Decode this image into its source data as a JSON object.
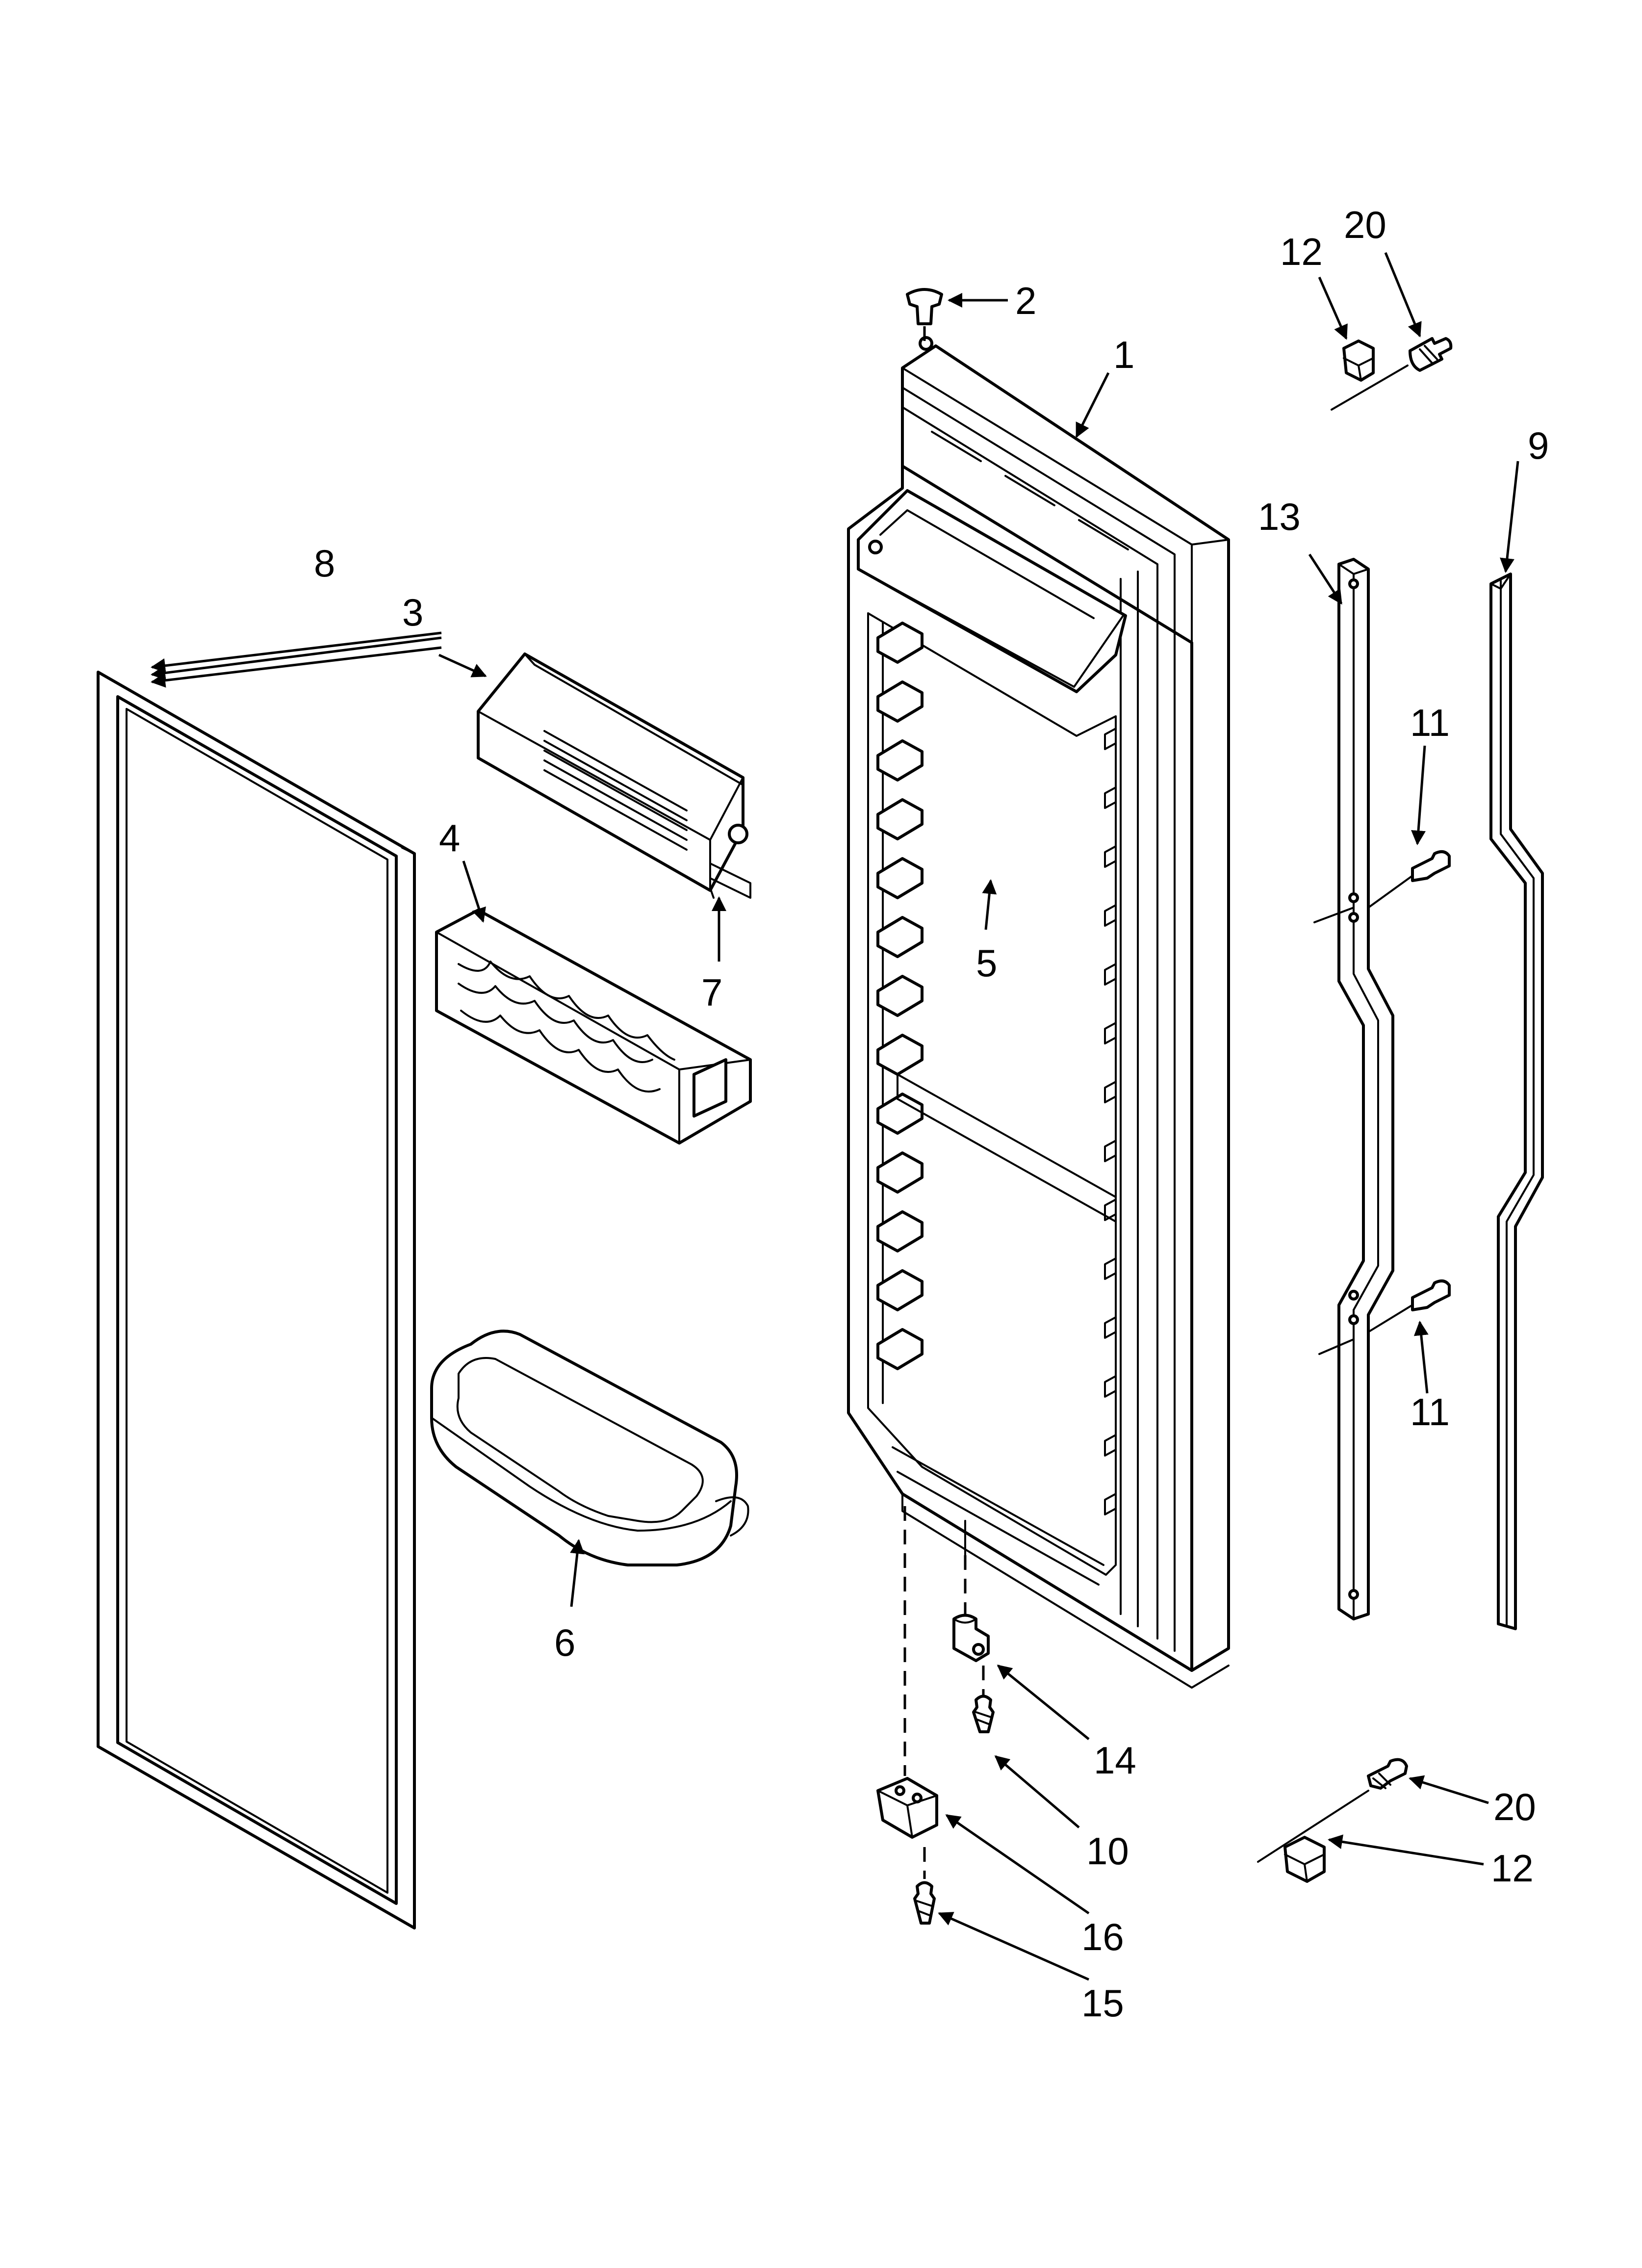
{
  "diagram": {
    "callouts": {
      "c1": "1",
      "c2": "2",
      "c3": "3",
      "c4": "4",
      "c5": "5",
      "c6": "6",
      "c7": "7",
      "c8": "8",
      "c9": "9",
      "c10": "10",
      "c11a": "11",
      "c11b": "11",
      "c12a": "12",
      "c12b": "12",
      "c13": "13",
      "c14": "14",
      "c15": "15",
      "c16": "16",
      "c20a": "20",
      "c20b": "20"
    },
    "colors": {
      "line": "#000000",
      "background": "#ffffff"
    }
  }
}
